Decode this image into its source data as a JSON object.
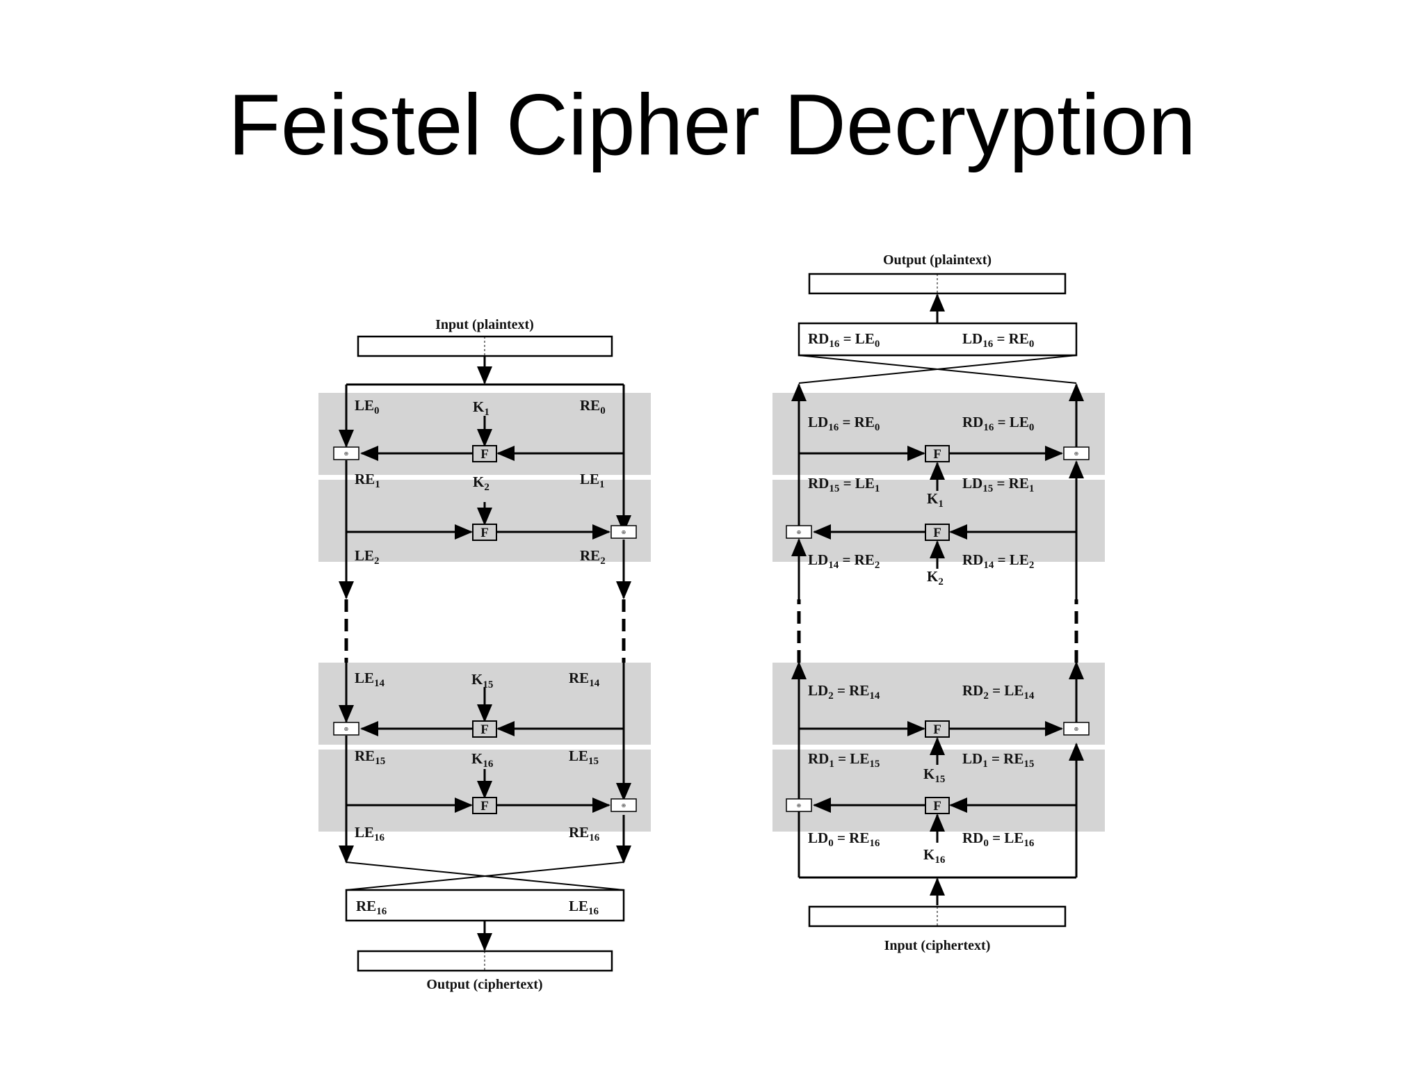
{
  "title": "Feistel Cipher Decryption",
  "encryption": {
    "input_caption": "Input (plaintext)",
    "output_caption": "Output (ciphertext)",
    "rounds": [
      {
        "left": "LE",
        "left_sub": "0",
        "key": "K",
        "key_sub": "1",
        "right": "RE",
        "right_sub": "0"
      },
      {
        "left": "RE",
        "left_sub": "1",
        "key": "K",
        "key_sub": "2",
        "right": "LE",
        "right_sub": "1"
      },
      {
        "left": "LE",
        "left_sub": "2",
        "right": "RE",
        "right_sub": "2"
      },
      {
        "left": "LE",
        "left_sub": "14",
        "key": "K",
        "key_sub": "15",
        "right": "RE",
        "right_sub": "14"
      },
      {
        "left": "RE",
        "left_sub": "15",
        "key": "K",
        "key_sub": "16",
        "right": "LE",
        "right_sub": "15"
      },
      {
        "left": "LE",
        "left_sub": "16",
        "right": "RE",
        "right_sub": "16"
      }
    ],
    "swap": {
      "left": "RE",
      "left_sub": "16",
      "right": "LE",
      "right_sub": "16"
    },
    "f_label": "F"
  },
  "decryption": {
    "input_caption": "Input (ciphertext)",
    "output_caption": "Output (plaintext)",
    "top_swap": {
      "left": "RD",
      "left_sub": "16",
      "left_eq": " = LE",
      "left_eq_sub": "0",
      "right": "LD",
      "right_sub": "16",
      "right_eq": " = RE",
      "right_eq_sub": "0"
    },
    "rows": [
      {
        "left": "LD",
        "left_sub": "16",
        "left_eq": " = RE",
        "left_eq_sub": "0",
        "right": "RD",
        "right_sub": "16",
        "right_eq": " = LE",
        "right_eq_sub": "0"
      },
      {
        "left": "RD",
        "left_sub": "15",
        "left_eq": " = LE",
        "left_eq_sub": "1",
        "right": "LD",
        "right_sub": "15",
        "right_eq": " = RE",
        "right_eq_sub": "1",
        "key": "K",
        "key_sub": "1"
      },
      {
        "left": "LD",
        "left_sub": "14",
        "left_eq": " = RE",
        "left_eq_sub": "2",
        "right": "RD",
        "right_sub": "14",
        "right_eq": " = LE",
        "right_eq_sub": "2",
        "key": "K",
        "key_sub": "2"
      },
      {
        "left": "LD",
        "left_sub": "2",
        "left_eq": " = RE",
        "left_eq_sub": "14",
        "right": "RD",
        "right_sub": "2",
        "right_eq": " = LE",
        "right_eq_sub": "14"
      },
      {
        "left": "RD",
        "left_sub": "1",
        "left_eq": " = LE",
        "left_eq_sub": "15",
        "right": "LD",
        "right_sub": "1",
        "right_eq": " = RE",
        "right_eq_sub": "15",
        "key": "K",
        "key_sub": "15"
      },
      {
        "left": "LD",
        "left_sub": "0",
        "left_eq": " = RE",
        "left_eq_sub": "16",
        "right": "RD",
        "right_sub": "0",
        "right_eq": " = LE",
        "right_eq_sub": "16",
        "key": "K",
        "key_sub": "16"
      }
    ],
    "f_label": "F"
  }
}
